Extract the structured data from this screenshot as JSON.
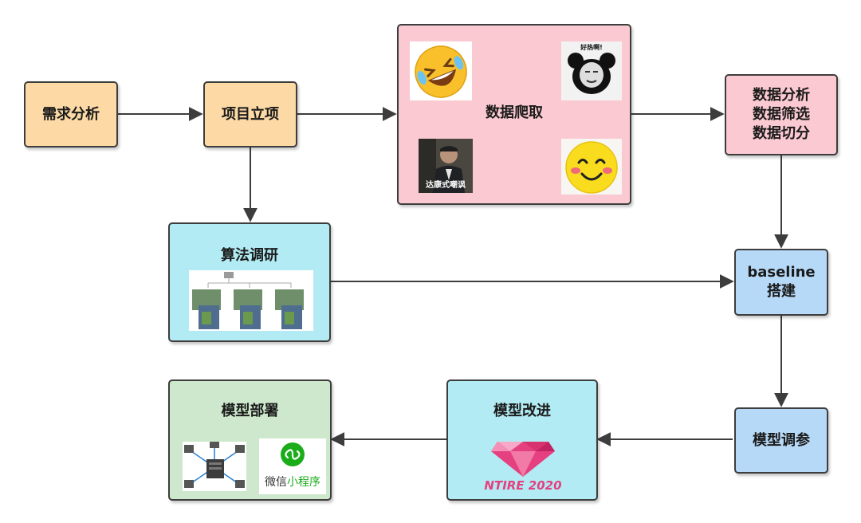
{
  "nodes": {
    "requirement": "需求分析",
    "project": "项目立项",
    "crawl": "数据爬取",
    "analysis": "数据分析\n数据筛选\n数据切分",
    "research": "算法调研",
    "baseline": "baseline\n搭建",
    "tuning": "模型调参",
    "improve": "模型改进",
    "deploy": "模型部署"
  },
  "images": {
    "panda_caption": "好热啊!",
    "meme_caption": "达康式嘲讽",
    "ntire_logo_text": "NTIRE 2020",
    "wechat_text_a": "微信",
    "wechat_text_b": "小程序"
  },
  "colors": {
    "orange": "#fcd9a5",
    "pink": "#fbc9d1",
    "cyan": "#b2ebf3",
    "blue": "#b6d9f7",
    "green": "#cde8cc",
    "arrow": "#3d3d3d",
    "wechat_green": "#1aad19"
  }
}
